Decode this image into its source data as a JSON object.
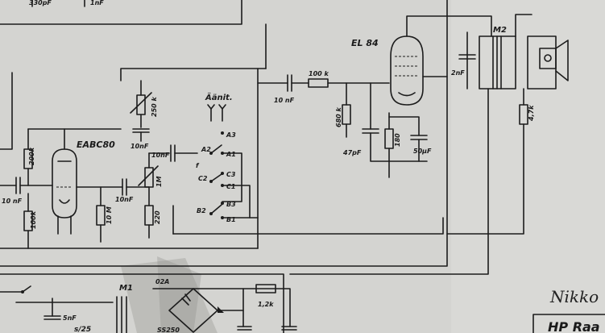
{
  "tube_output": "EL 84",
  "tube_preamp": "EABC80",
  "tone_switch_label": "Äänit.",
  "transformer_output": "M2",
  "transformer_power": "M1",
  "caps": {
    "coupling_out": "10 nF",
    "plate_to_transformer": "2nF",
    "grid_el84": "47pF",
    "cathode_el84": "50µF",
    "tone": "10nF",
    "tone2": "10nF",
    "grid_eabc": "10nF",
    "input": "10 nF",
    "filter_small": "5nF",
    "top_left": "330pF",
    "top_mid": "1nF"
  },
  "resistors": {
    "series_100k": "100 k",
    "grid_680k": "680 k",
    "cathode_180": "180",
    "feedback_47k": "4,7k",
    "plate_200k": "200k",
    "bottom_100k": "100k",
    "tone_250k": "250 k",
    "pot_1M": "1M",
    "grid_10M": "10 M",
    "cathode_220": "220",
    "psu_12k": "1,2k"
  },
  "switch_contacts": [
    "A2",
    "A1",
    "A3",
    "C3",
    "C2",
    "C1",
    "B3",
    "B2",
    "B1"
  ],
  "switch_letter": "f",
  "rectifier": [
    "02A",
    "SS250"
  ],
  "psu_label_partial": "s/25",
  "handwritten_note": "Nikko",
  "cut_title": "HP Raa"
}
